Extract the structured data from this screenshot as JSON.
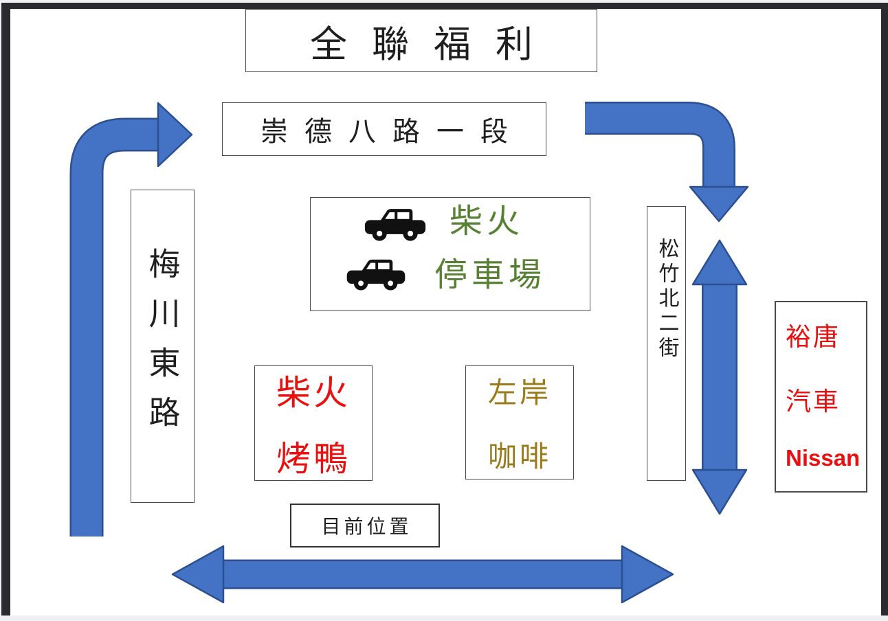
{
  "colors": {
    "arrow_fill": "#4472c4",
    "arrow_outline": "#2c4f8f",
    "parking_green": "#588135",
    "landmark_red": "#ea1010",
    "coffee_gold": "#9a7b1a",
    "text_black": "#1f1f1f",
    "frame_dark": "#2b2b2f",
    "page_white": "#ffffff"
  },
  "boxes": {
    "pxmart": {
      "label": "全聯福利"
    },
    "chongde_road": {
      "label": "崇德八路一段"
    },
    "meichuan_road": {
      "label": "梅川東路"
    },
    "parking": {
      "line1": "柴火",
      "line2": "停車場"
    },
    "roast_duck": {
      "line1": "柴火",
      "line2": "烤鴨"
    },
    "coffee": {
      "line1": "左岸",
      "line2": "咖啡"
    },
    "songzhu_street": {
      "label": "松竹北二街"
    },
    "nissan": {
      "line1": "裕唐",
      "line2": "汽車",
      "line3": "Nissan"
    },
    "current_location": {
      "label": "目前位置"
    }
  },
  "icons": {
    "car": "car-icon",
    "arrows": [
      "arrow-up-then-right",
      "arrow-right-then-down",
      "arrow-vertical-two-way",
      "arrow-horizontal-two-way"
    ]
  }
}
